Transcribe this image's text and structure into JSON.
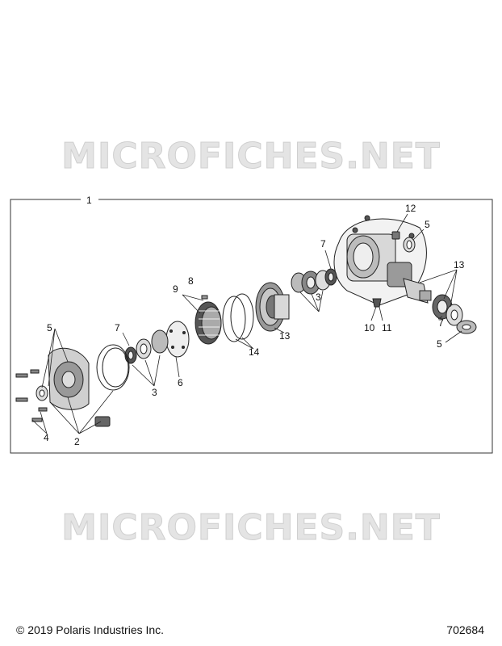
{
  "watermark_text": "MICROFICHES.NET",
  "assembly_callout": "1",
  "callouts": [
    {
      "id": "c12a",
      "text": "12"
    },
    {
      "id": "c5a",
      "text": "5"
    },
    {
      "id": "c7a",
      "text": "7"
    },
    {
      "id": "c13a",
      "text": "13"
    },
    {
      "id": "c9",
      "text": "9"
    },
    {
      "id": "c8",
      "text": "8"
    },
    {
      "id": "c3a",
      "text": "3"
    },
    {
      "id": "c13b",
      "text": "13"
    },
    {
      "id": "c10",
      "text": "10"
    },
    {
      "id": "c11",
      "text": "11"
    },
    {
      "id": "c7b",
      "text": "7"
    },
    {
      "id": "c5b",
      "text": "5"
    },
    {
      "id": "c5c",
      "text": "5"
    },
    {
      "id": "c7c",
      "text": "7"
    },
    {
      "id": "c14",
      "text": "14"
    },
    {
      "id": "c6",
      "text": "6"
    },
    {
      "id": "c3b",
      "text": "3"
    },
    {
      "id": "c4",
      "text": "4"
    },
    {
      "id": "c2",
      "text": "2"
    }
  ],
  "footer": {
    "copyright": "© 2019 Polaris Industries Inc.",
    "diagram_number": "702684"
  }
}
